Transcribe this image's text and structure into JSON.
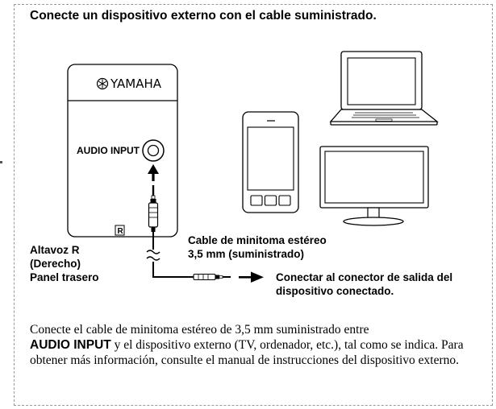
{
  "heading": "Conecte un dispositivo externo con el cable suministrado.",
  "speaker": {
    "brand": "YAMAHA",
    "port_label": "AUDIO INPUT",
    "badge": "R",
    "caption_lines": [
      "Altavoz R",
      "(Derecho)",
      "Panel trasero"
    ]
  },
  "cable": {
    "caption_lines": [
      "Cable de minitoma estéreo",
      "3,5 mm (suministrado)"
    ]
  },
  "connect": {
    "caption_lines": [
      "Conectar al conector de salida del",
      "dispositivo conectado."
    ]
  },
  "devices": [
    "smartphone-icon",
    "laptop-icon",
    "tv-icon"
  ],
  "body": {
    "p1": "Conecte el cable de minitoma estéreo de 3,5 mm suministrado entre",
    "strong": "AUDIO INPUT",
    "p2": " y el dispositivo externo (TV, ordenador, etc.), tal como se indica. Para obtener más información, consulte el manual de instrucciones del dispositivo externo."
  },
  "colors": {
    "border": "#9a9a9a",
    "line": "#000000",
    "fill": "#ffffff"
  }
}
